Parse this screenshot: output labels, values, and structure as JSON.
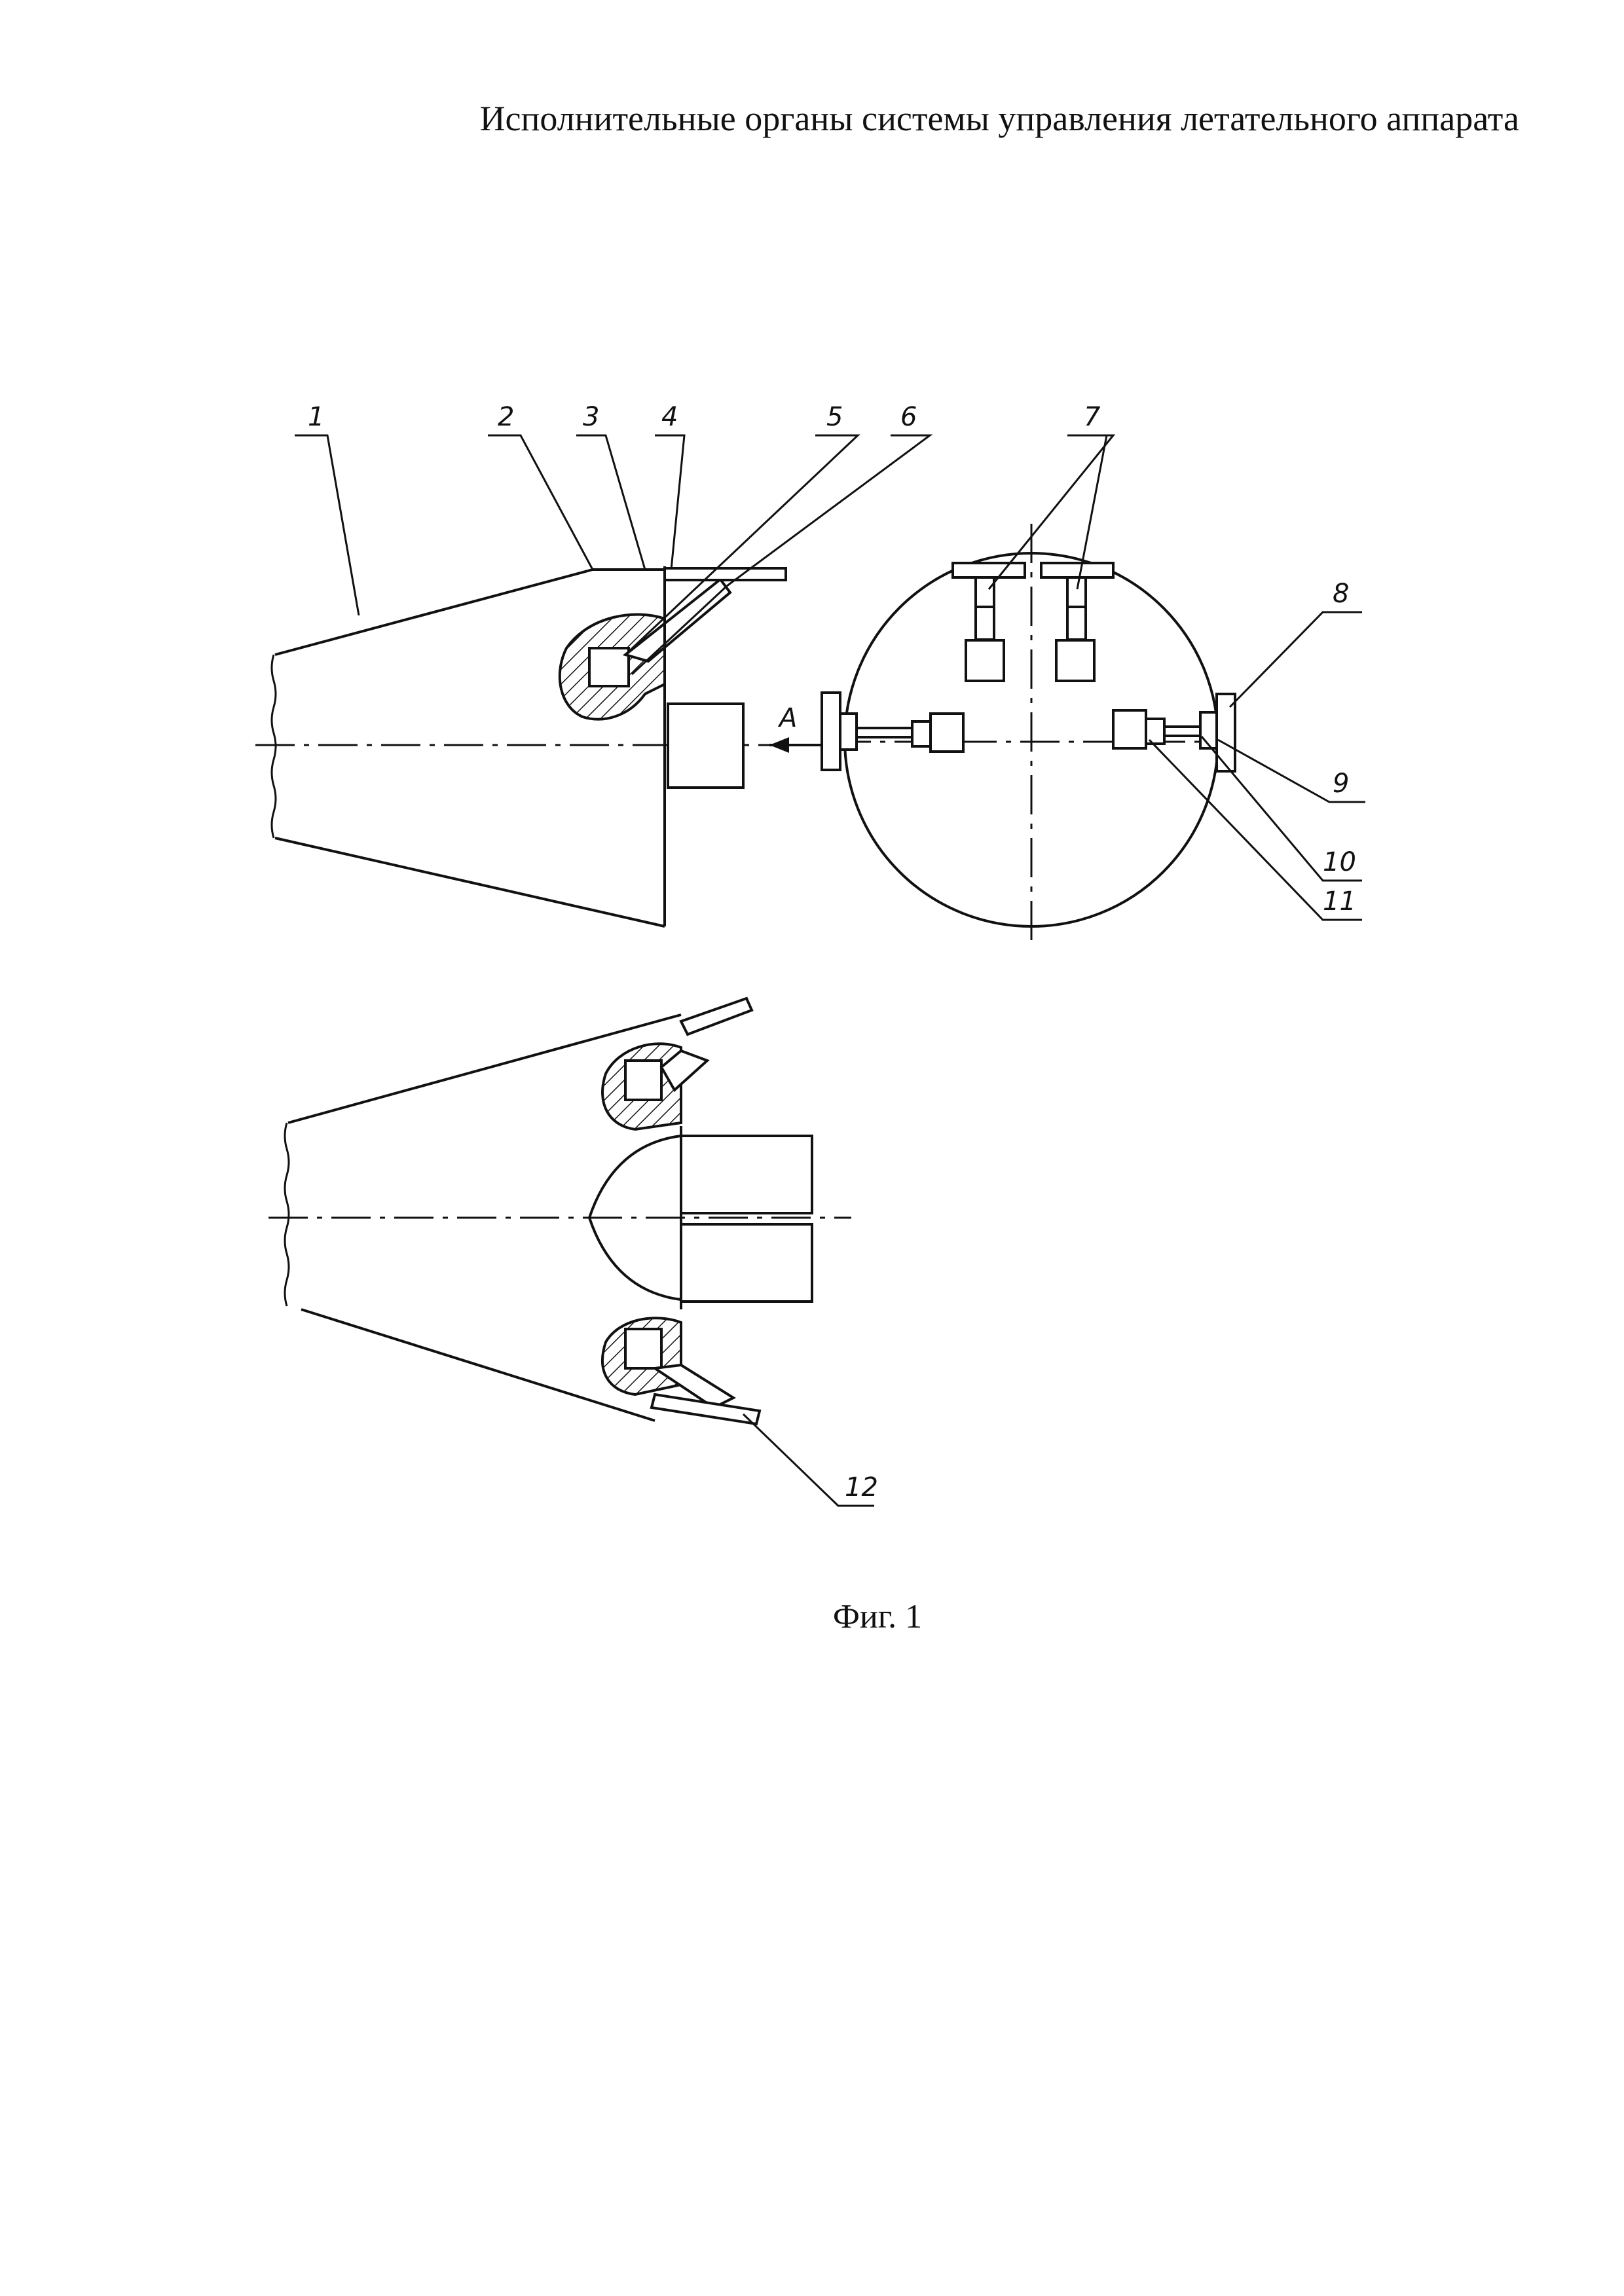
{
  "title": "Исполнительные органы системы управления летательного аппарата",
  "caption": "Фиг. 1",
  "view_label": "А",
  "callouts": [
    "1",
    "2",
    "3",
    "4",
    "5",
    "6",
    "7",
    "8",
    "9",
    "10",
    "11",
    "12"
  ]
}
